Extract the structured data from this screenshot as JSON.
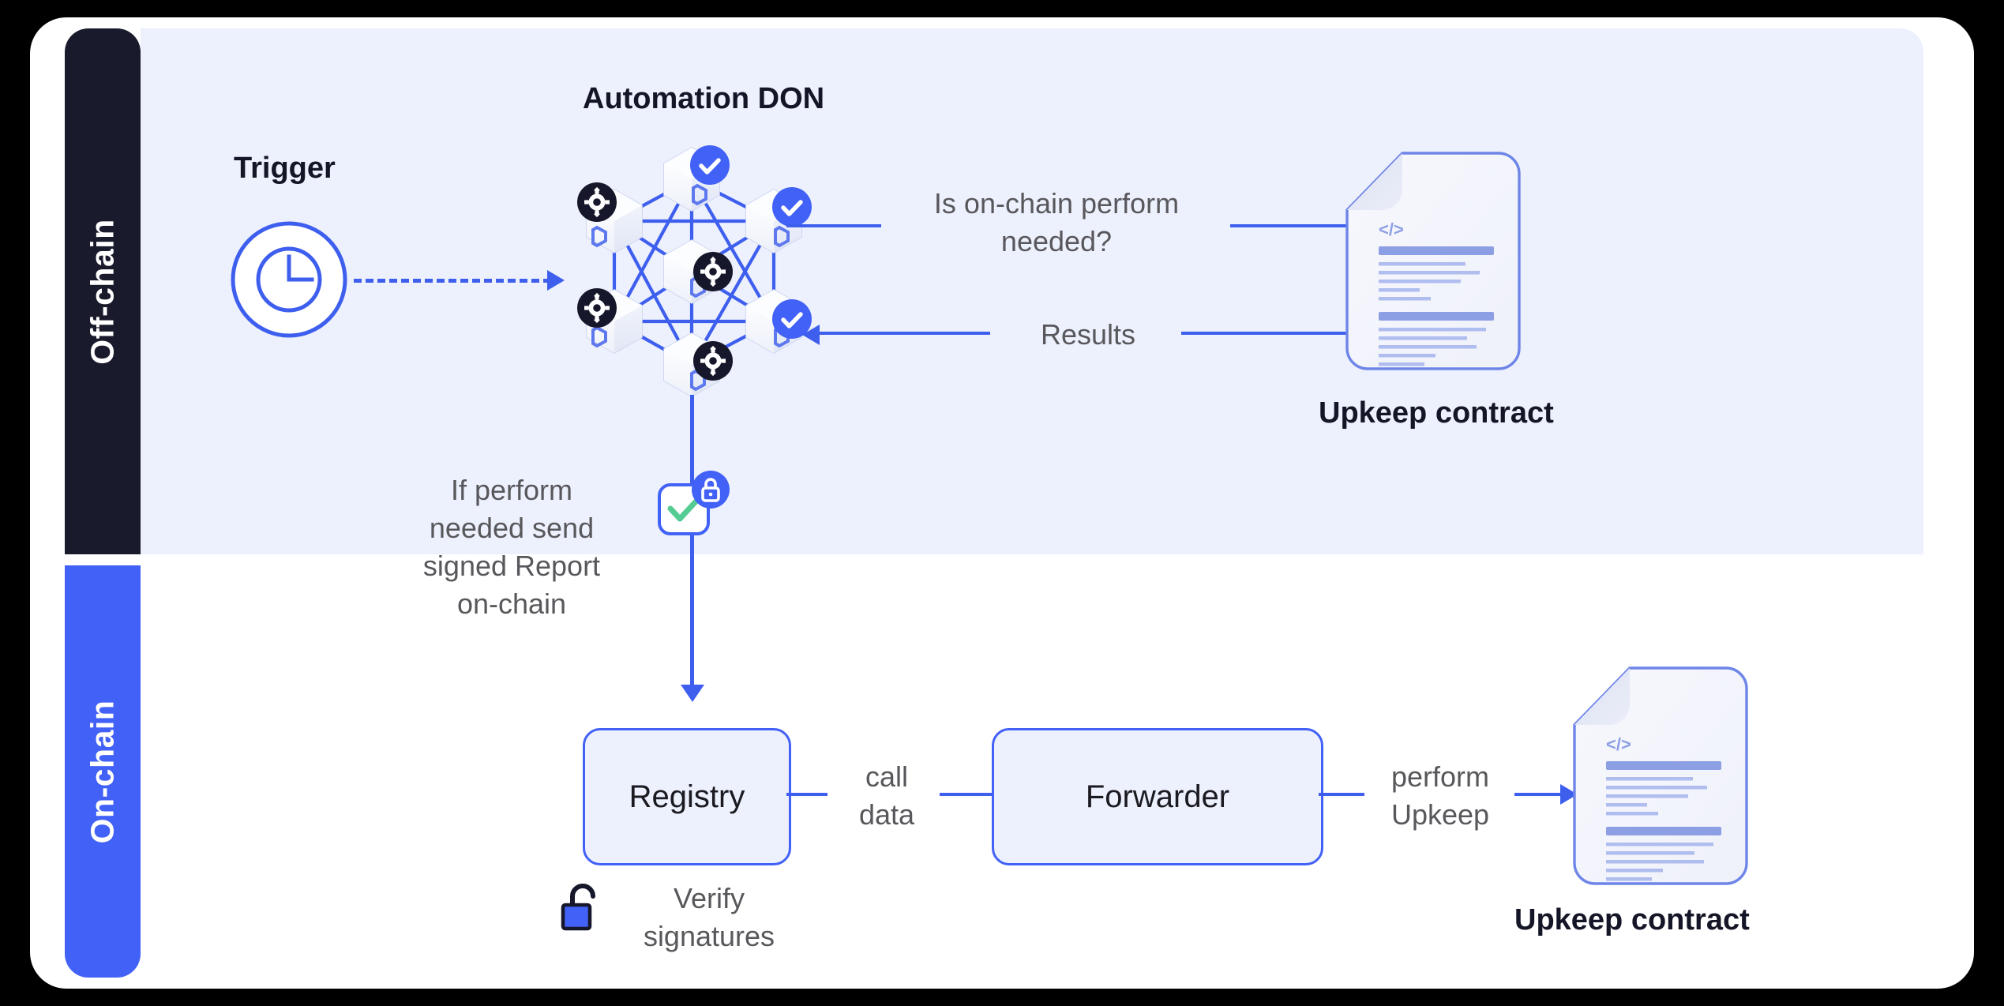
{
  "diagram": {
    "title": "Chainlink Automation architecture",
    "accent_blue": "#4261F6",
    "line_blue": "#3E5FEE",
    "panel_tint": "#EDF0FD",
    "dark_navy": "#191A2C",
    "green_check": "#55CC93",
    "text_grey": "#58585C"
  },
  "rails": {
    "offchain_label": "Off-chain",
    "onchain_label": "On-chain"
  },
  "offchain": {
    "don_title": "Automation DON",
    "trigger_label": "Trigger",
    "trigger_icon": "clock-icon",
    "don": {
      "node_count": 7,
      "gear_badges": 4,
      "check_badges": 3,
      "gear_icon": "gear-icon",
      "check_icon": "check-icon"
    },
    "edges": [
      {
        "id": "perform-query",
        "label": "Is on-chain perform\nneeded?",
        "direction": "right"
      },
      {
        "id": "results",
        "label": "Results",
        "direction": "left"
      }
    ],
    "upkeep_contract_caption": "Upkeep contract",
    "upkeep_contract_icon": "code-document-icon",
    "report": {
      "label": "If perform\nneeded send\nsigned Report\non-chain",
      "badge_icon": "lock-icon",
      "status_icon": "check-icon"
    }
  },
  "onchain": {
    "registry_label": "Registry",
    "forwarder_label": "Forwarder",
    "call_data_label": "call\ndata",
    "perform_upkeep_label": "perform\nUpkeep",
    "verify_signatures_label": "Verify\nsignatures",
    "verify_icon": "unlocked-padlock-icon",
    "upkeep_contract_caption": "Upkeep contract",
    "upkeep_contract_icon": "code-document-icon"
  }
}
